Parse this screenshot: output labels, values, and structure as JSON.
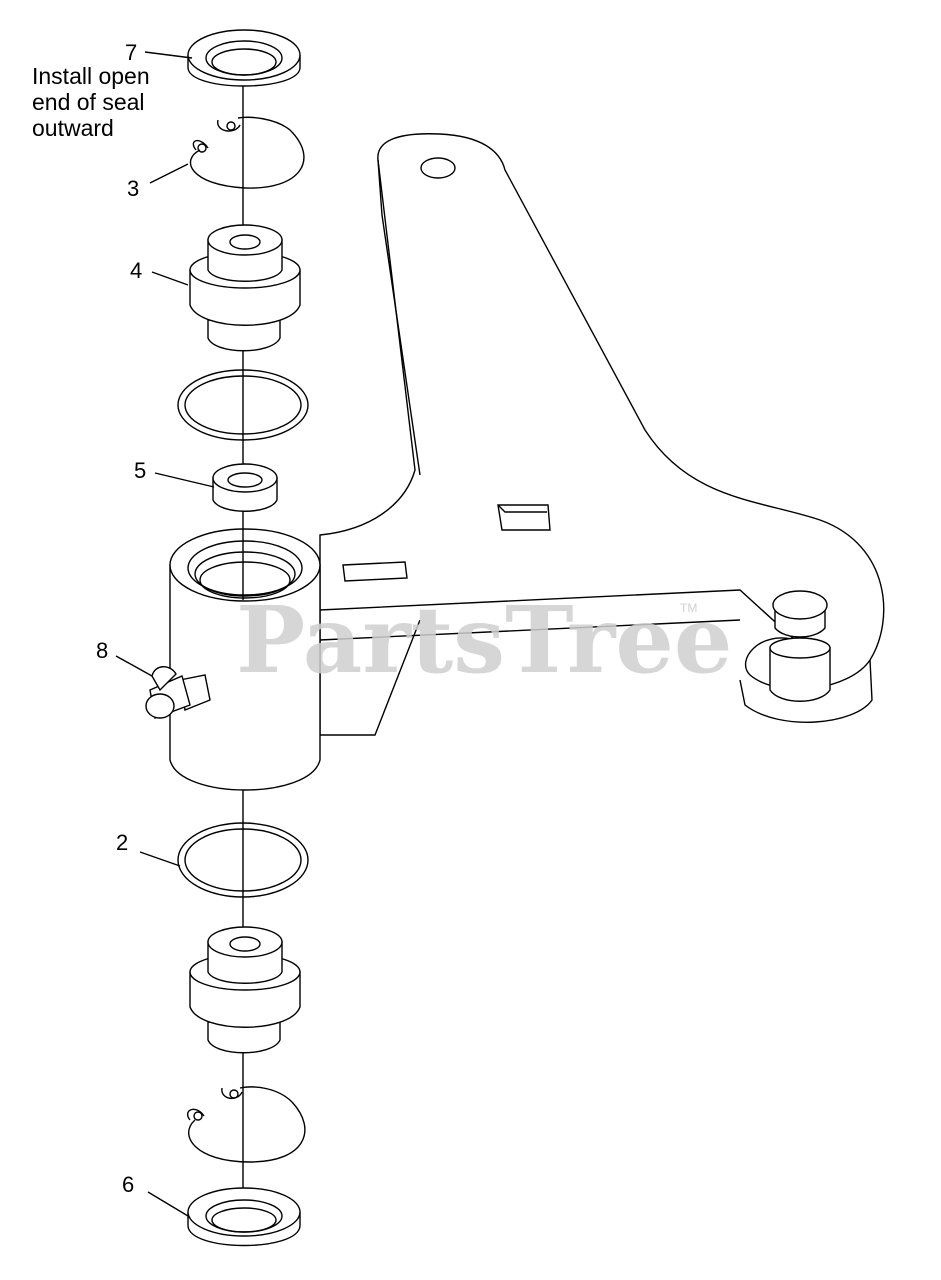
{
  "callouts": {
    "c7": "7",
    "c3": "3",
    "c4": "4",
    "c5": "5",
    "c8": "8",
    "c2": "2",
    "c6": "6"
  },
  "note": {
    "line1": "Install open",
    "line2": "end of seal",
    "line3": "outward"
  },
  "watermark": {
    "text": "PartsTree",
    "tm": "TM"
  }
}
